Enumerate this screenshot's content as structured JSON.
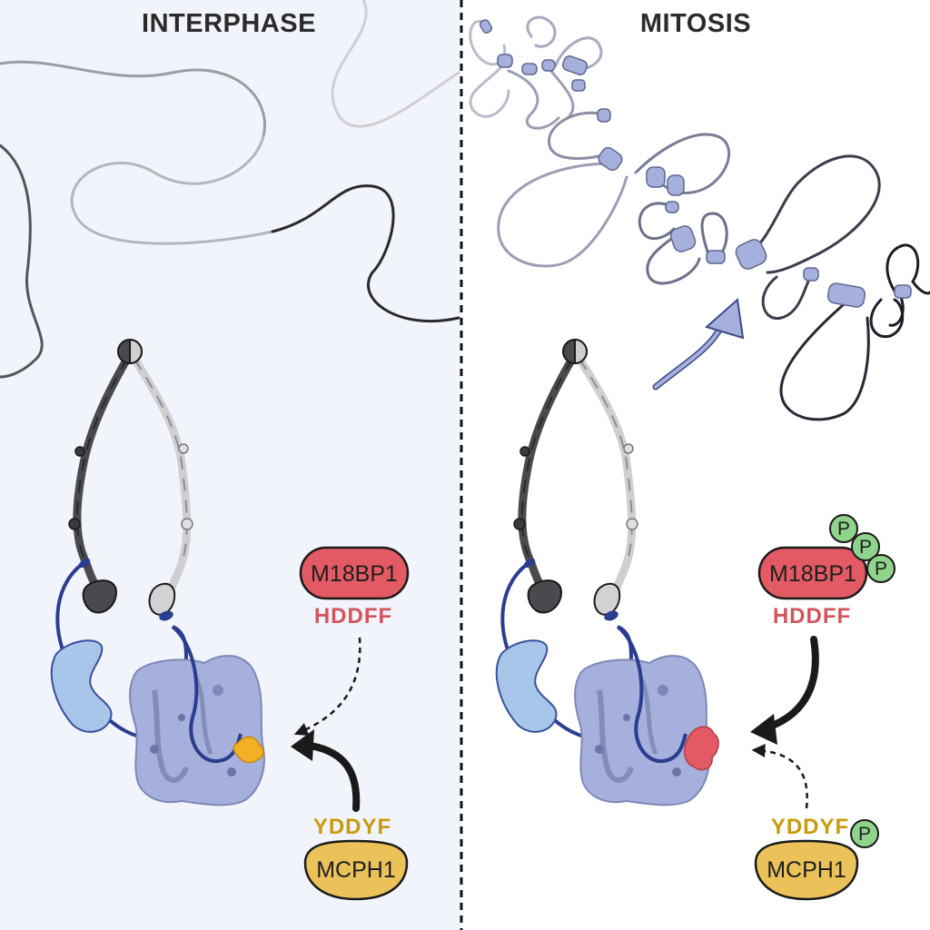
{
  "panels": {
    "left": {
      "title": "INTERPHASE"
    },
    "right": {
      "title": "MITOSIS"
    }
  },
  "proteins": {
    "m18bp1": {
      "name": "M18BP1",
      "motif": "HDDFF"
    },
    "mcph1": {
      "name": "MCPH1",
      "motif": "YDDYF"
    },
    "phospho_label": "P"
  },
  "colors": {
    "left_background": "#f2f4fb",
    "right_background": "#ffffff",
    "condensin_blue": "#a6b0dc",
    "linker_navy": "#2b3d8f",
    "m18bp1_red": "#e35a64",
    "mcph1_gold": "#ebc25a",
    "phospho_green": "#8fd48a"
  }
}
